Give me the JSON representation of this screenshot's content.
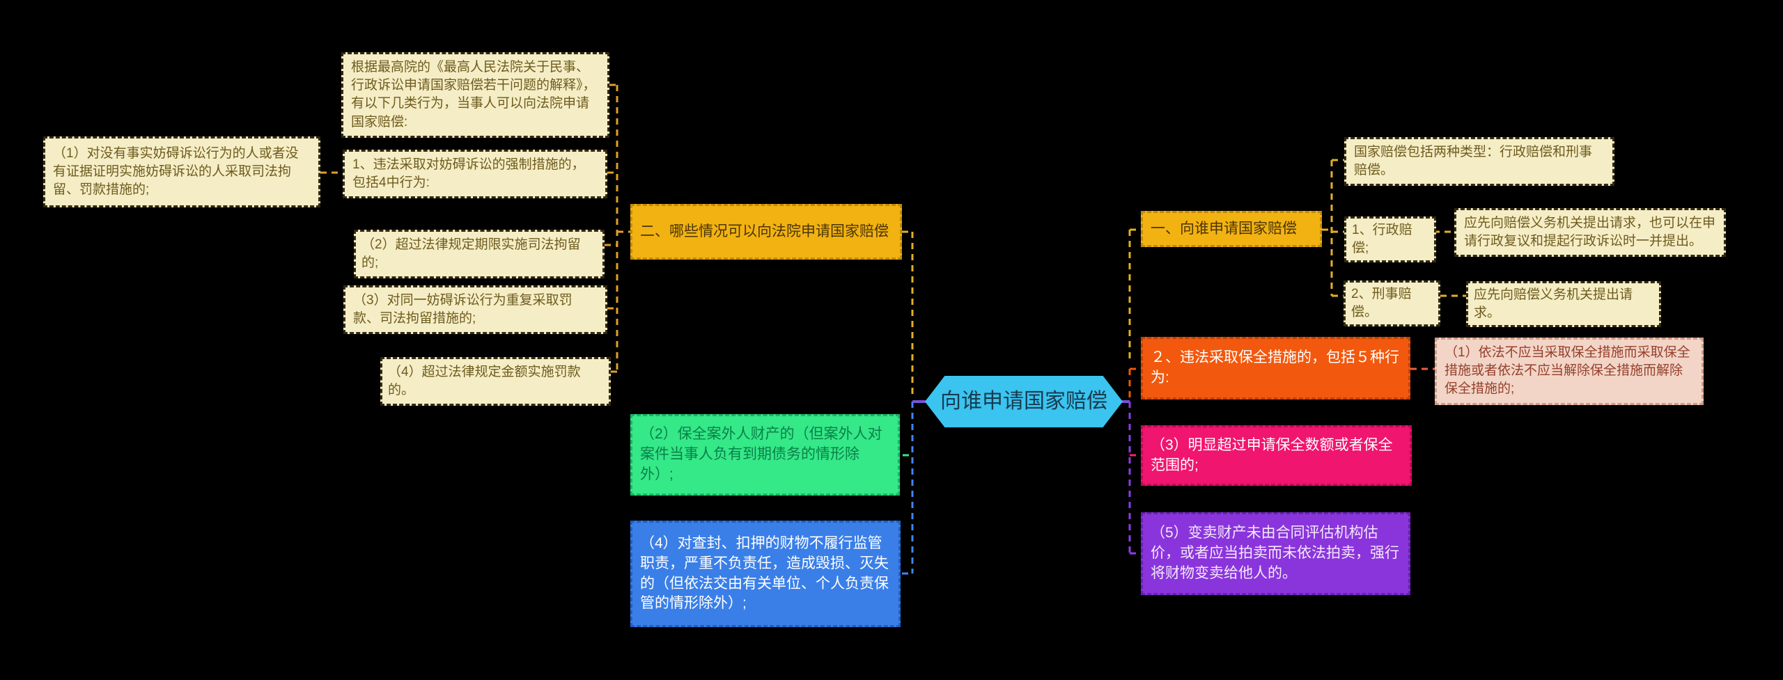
{
  "root": {
    "label": "向谁申请国家赔偿"
  },
  "left_branch": {
    "topic": "二、哪些情况可以向法院申请国家赔偿",
    "intro": "根据最高院的《最高人民法院关于民事、行政诉讼申请国家赔偿若干问题的解释》，有以下几类行为，当事人可以向法院申请国家赔偿:",
    "item1": "1、违法采取对妨碍诉讼的强制措施的，包括4中行为:",
    "item1_sub1": "（1）对没有事实妨碍诉讼行为的人或者没有证据证明实施妨碍诉讼的人采取司法拘留、罚款措施的;",
    "item1_sub2": "（2）超过法律规定期限实施司法拘留的;",
    "item1_sub3": "（3）对同一妨碍诉讼行为重复采取罚款、司法拘留措施的;",
    "item1_sub4": "（4）超过法律规定金额实施罚款的。",
    "item2_green": "（2）保全案外人财产的（但案外人对案件当事人负有到期债务的情形除外）;",
    "item4_blue": "（4）对查封、扣押的财物不履行监管职责，严重不负责任，造成毁损、灭失的（但依法交由有关单位、个人负责保管的情形除外）;"
  },
  "right_branch": {
    "topic1": "一、向谁申请国家赔偿",
    "note": "国家赔偿包括两种类型：行政赔偿和刑事赔偿。",
    "admin": "1、行政赔偿;",
    "admin_note": "应先向赔偿义务机关提出请求，也可以在申请行政复议和提起行政诉讼时一并提出。",
    "criminal": "2、刑事赔偿。",
    "criminal_note": "应先向赔偿义务机关提出请求。",
    "topic2": "２、违法采取保全措施的，包括５种行为:",
    "topic2_sub1": "（1）依法不应当采取保全措施而采取保全措施或者依法不应当解除保全措施而解除保全措施的;",
    "item3_magenta": "（3）明显超过申请保全数额或者保全范围的;",
    "item5_purple": "（5）变卖财产未由合同评估机构估价，或者应当拍卖而未依法拍卖，强行将财物变卖给他人的。"
  },
  "colors": {
    "background": "#000000",
    "root_node": "#3AC4EF",
    "beige_node": "#F5EDC6",
    "amber_node": "#F2B212",
    "green_node": "#35E888",
    "blue_node": "#3A7FE8",
    "orangered_node": "#F2590E",
    "pink_node": "#F2D5C7",
    "magenta_node": "#F0156E",
    "purple_node": "#8A35DC",
    "connector_yellow": "#E3B023",
    "connector_goldenrod": "#DFA126",
    "connector_blue": "#4285F4",
    "connector_green": "#35E888",
    "connector_orange": "#E8590C",
    "connector_salmon": "#E8613C",
    "connector_purple": "#8B3DE8",
    "connector_magenta": "#F0246E",
    "connector_solid_purple": "#7B52D8"
  }
}
